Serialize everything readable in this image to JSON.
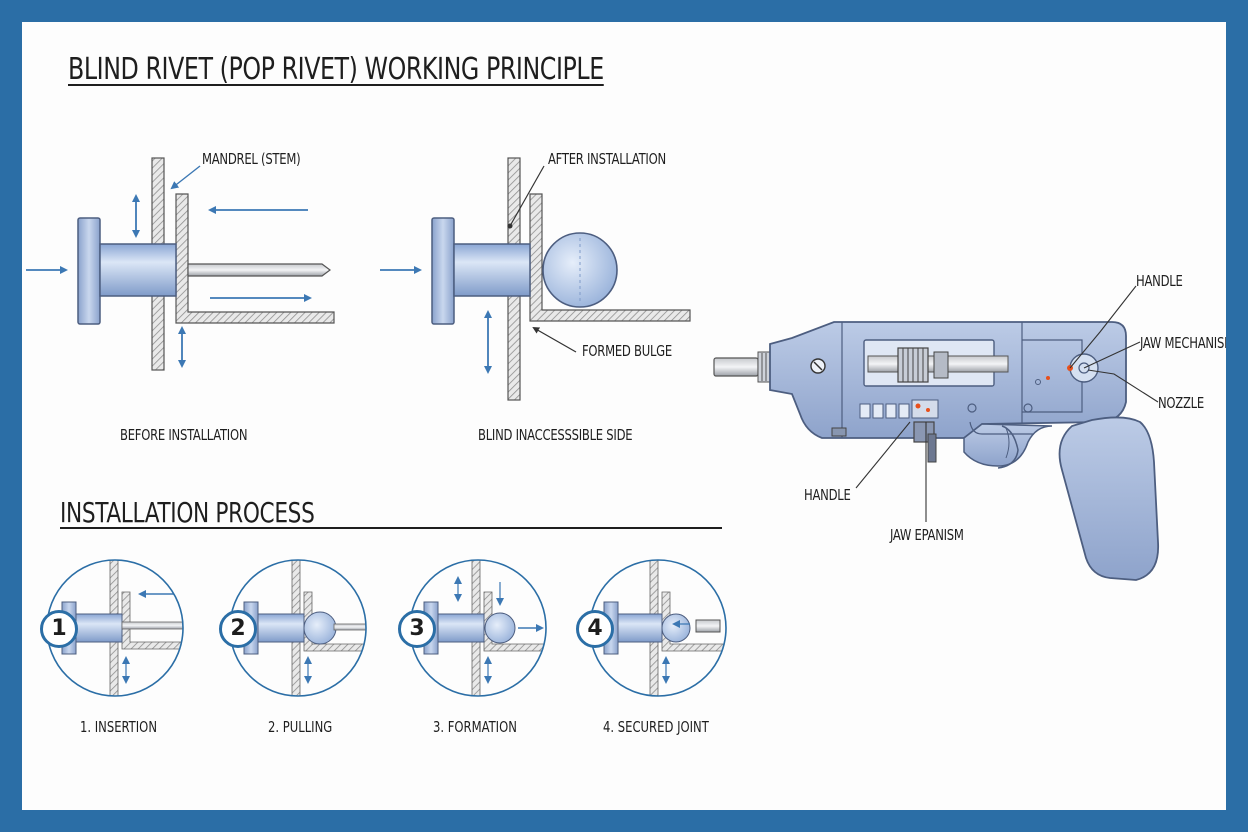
{
  "title": "BLIND RIVET (POP RIVET) WORKING PRINCIPLE",
  "colors": {
    "frame": "#2b6ea6",
    "rivet": "#a9bfe0",
    "tool": "#9fb2d6",
    "arrow": "#3c78b4",
    "hatch": "#9a9a9a",
    "hotspot": "#e8501c"
  },
  "diagram_before": {
    "mandrel_label": "MANDREL (STEM)",
    "caption": "BEFORE INSTALLATION"
  },
  "diagram_after": {
    "after_label": "AFTER INSTALLATION",
    "bulge_label": "FORMED BULGE",
    "caption": "BLIND INACCESSSIBLE SIDE"
  },
  "tool": {
    "handle_top": "HANDLE",
    "jaw_mechanism": "JAW MECHANISM",
    "nozzle": "NOZZLE",
    "handle_bottom": "HANDLE",
    "jaw_bottom": "JAW EPANISM"
  },
  "process": {
    "heading": "INSTALLATION PROCESS",
    "steps": [
      {
        "number": "1",
        "caption": "1. INSERTION"
      },
      {
        "number": "2",
        "caption": "2. PULLING"
      },
      {
        "number": "3",
        "caption": "3. FORMATION"
      },
      {
        "number": "4",
        "caption": "4. SECURED JOINT"
      }
    ]
  }
}
